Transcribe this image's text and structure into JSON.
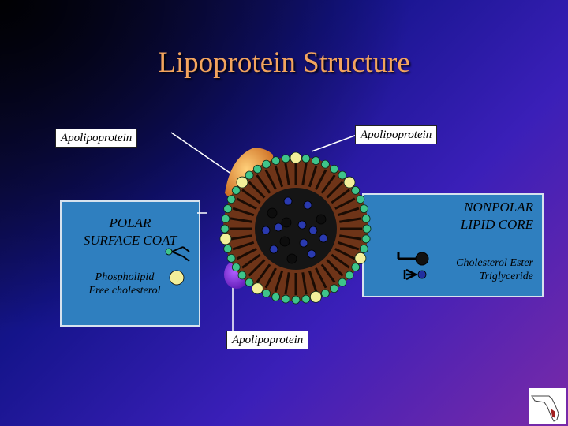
{
  "title": "Lipoprotein Structure",
  "labels": {
    "apo_left": "Apolipoprotein",
    "apo_right": "Apolipoprotein",
    "apo_bottom": "Apolipoprotein"
  },
  "polar_box": {
    "title_line1": "POLAR",
    "title_line2": "SURFACE COAT",
    "item1": "Phospholipid",
    "item2": "Free cholesterol"
  },
  "core_box": {
    "title_line1": "NONPOLAR",
    "title_line2": "LIPID CORE",
    "item1": "Cholesterol Ester",
    "item2": "Triglyceride"
  },
  "colors": {
    "title": "#f3a45d",
    "polar_box_fill": "#2f7fbf",
    "core_box_fill": "#2f7fbf",
    "phospholipid_head": "#3ec48a",
    "free_cholesterol": "#f3ef9a",
    "core_bg": "#1a1a1a",
    "shell": "#7a3b1c",
    "apolipoprotein_orange": "#e08a2a",
    "apolipoprotein_purple": "#7a2ad0"
  },
  "icons": [
    "phospholipid-icon",
    "free-cholesterol-icon",
    "cholesterol-ester-icon",
    "triglyceride-icon",
    "state-logo-icon"
  ]
}
